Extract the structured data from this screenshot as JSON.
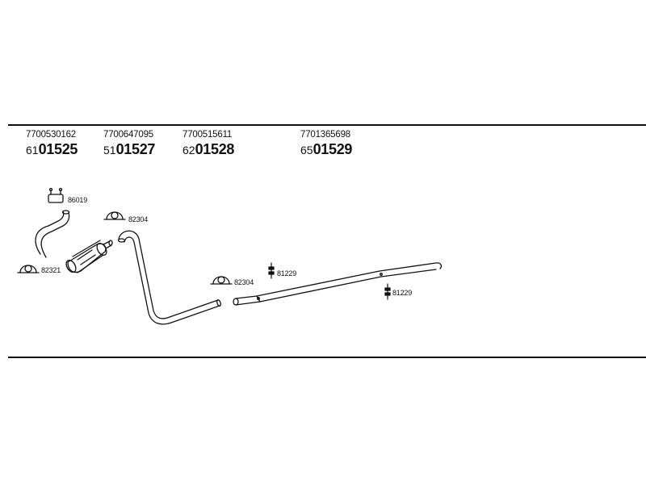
{
  "parts": [
    {
      "oe_number": "7700530162",
      "prefix": "61",
      "number": "01525"
    },
    {
      "oe_number": "7700647095",
      "prefix": "51",
      "number": "01527"
    },
    {
      "oe_number": "7700515611",
      "prefix": "62",
      "number": "01528"
    },
    {
      "oe_number": "7701365698",
      "prefix": "65",
      "number": "01529"
    }
  ],
  "callouts": [
    {
      "label": "86019",
      "icon": "hanger-icon"
    },
    {
      "label": "82304",
      "icon": "clamp-icon"
    },
    {
      "label": "82321",
      "icon": "clamp-icon"
    },
    {
      "label": "82304",
      "icon": "clamp-icon"
    },
    {
      "label": "81229",
      "icon": "mount-rubber-icon"
    },
    {
      "label": "81229",
      "icon": "mount-rubber-icon"
    }
  ]
}
